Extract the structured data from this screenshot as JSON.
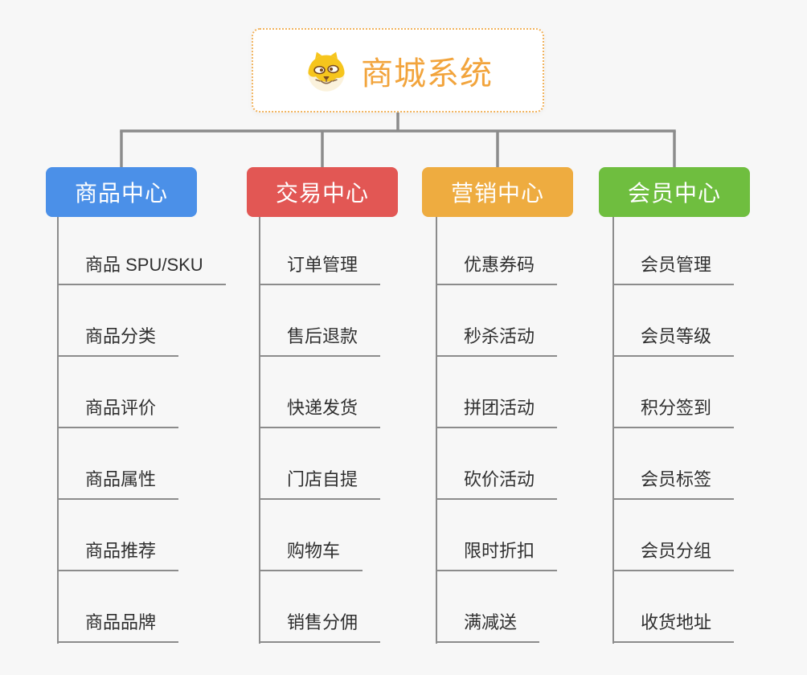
{
  "root": {
    "title": "商城系统",
    "icon": "dog-face-icon",
    "title_color": "#f2a43c",
    "border_color": "#f1b35e"
  },
  "colors": {
    "background": "#f7f7f7",
    "connector": "#8c8c8c",
    "leaf_text": "#2f2f2f",
    "leaf_underline": "#8c8c8c"
  },
  "branches": [
    {
      "label": "商品中心",
      "color": "#4b90e8",
      "children": [
        "商品 SPU/SKU",
        "商品分类",
        "商品评价",
        "商品属性",
        "商品推荐",
        "商品品牌"
      ]
    },
    {
      "label": "交易中心",
      "color": "#e25754",
      "children": [
        "订单管理",
        "售后退款",
        "快递发货",
        "门店自提",
        "购物车",
        "销售分佣"
      ]
    },
    {
      "label": "营销中心",
      "color": "#eeac40",
      "children": [
        "优惠券码",
        "秒杀活动",
        "拼团活动",
        "砍价活动",
        "限时折扣",
        "满减送"
      ]
    },
    {
      "label": "会员中心",
      "color": "#6fbe3f",
      "children": [
        "会员管理",
        "会员等级",
        "积分签到",
        "会员标签",
        "会员分组",
        "收货地址"
      ]
    }
  ]
}
